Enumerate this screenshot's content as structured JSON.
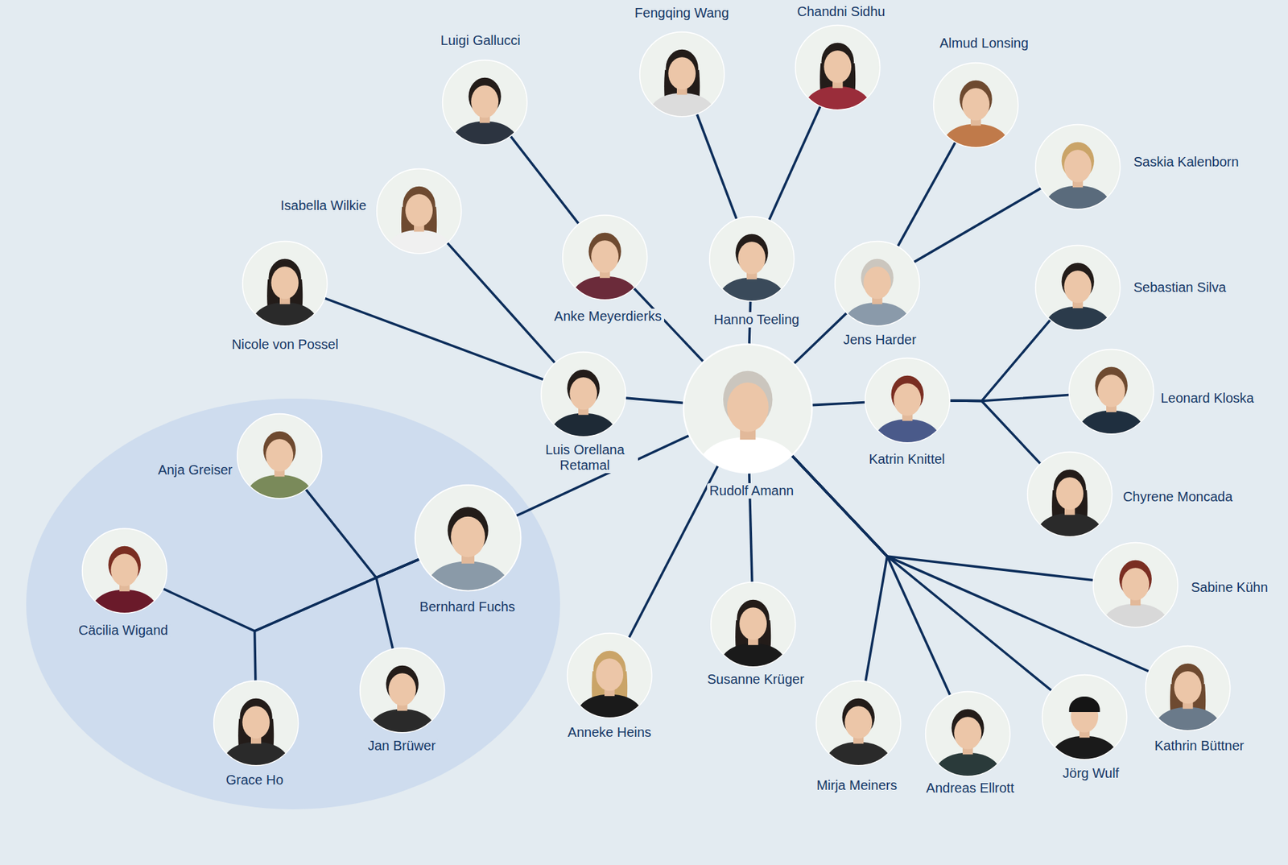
{
  "diagram": {
    "nodes": [
      {
        "text": [
          "Luigi Gallucci"
        ]
      },
      {
        "text": [
          "Fengqing Wang"
        ]
      },
      {
        "text": [
          "Chandni Sidhu"
        ]
      },
      {
        "text": [
          "Almud Lonsing"
        ]
      },
      {
        "text": [
          "Saskia Kalenborn"
        ]
      },
      {
        "text": [
          "Isabella Wilkie"
        ]
      },
      {
        "text": [
          "Nicole von Possel"
        ]
      },
      {
        "text": [
          "Anke Meyerdierks"
        ]
      },
      {
        "text": [
          "Hanno Teeling"
        ]
      },
      {
        "text": [
          "Jens Harder"
        ]
      },
      {
        "text": [
          "Sebastian Silva"
        ]
      },
      {
        "text": [
          "Luis Orellana Retamal"
        ]
      },
      {
        "text": [
          "Rudolf Amann"
        ]
      },
      {
        "text": [
          "Katrin Knittel"
        ]
      },
      {
        "text": [
          "Leonard Kloska"
        ]
      },
      {
        "text": [
          "Anja Greiser"
        ]
      },
      {
        "text": [
          "Chyrene Moncada"
        ]
      },
      {
        "text": [
          "Bernhard Fuchs"
        ]
      },
      {
        "text": [
          "Cäcilia Wigand"
        ]
      },
      {
        "text": [
          "Sabine Kühn"
        ]
      },
      {
        "text": [
          "Susanne Krüger"
        ]
      },
      {
        "text": [
          "Anneke Heins"
        ]
      },
      {
        "text": [
          "Jan Brüwer"
        ]
      },
      {
        "text": [
          "Kathrin Büttner"
        ]
      },
      {
        "text": [
          "Jörg Wulf"
        ]
      },
      {
        "text": [
          "Mirja Meiners"
        ]
      },
      {
        "text": [
          "Andreas Ellrott"
        ]
      },
      {
        "text": [
          "Grace Ho"
        ]
      }
    ],
    "edges": [
      {
        "from": 12,
        "to": 7,
        "arrow": "none"
      },
      {
        "from": 12,
        "to": 8,
        "arrow": "none"
      },
      {
        "from": 12,
        "to": 9,
        "arrow": "none"
      },
      {
        "from": 12,
        "to": 13,
        "arrow": "none"
      },
      {
        "from": 12,
        "to": 11,
        "arrow": "none"
      },
      {
        "from": 12,
        "to": 17,
        "arrow": "none"
      },
      {
        "from": 12,
        "to": 21,
        "arrow": "none"
      },
      {
        "from": 12,
        "to": 20,
        "arrow": "none"
      },
      {
        "from": 12,
        "to": 19,
        "arrow": "none"
      },
      {
        "from": 12,
        "to": 23,
        "arrow": "none"
      },
      {
        "from": 12,
        "to": 24,
        "arrow": "none"
      },
      {
        "from": 12,
        "to": 26,
        "arrow": "none"
      },
      {
        "from": 12,
        "to": 25,
        "arrow": "none"
      },
      {
        "from": 7,
        "to": 0,
        "arrow": "none"
      },
      {
        "from": 8,
        "to": 1,
        "arrow": "none"
      },
      {
        "from": 8,
        "to": 2,
        "arrow": "none"
      },
      {
        "from": 9,
        "to": 3,
        "arrow": "none"
      },
      {
        "from": 9,
        "to": 4,
        "arrow": "none"
      },
      {
        "from": 13,
        "to": 10,
        "arrow": "none"
      },
      {
        "from": 13,
        "to": 14,
        "arrow": "none"
      },
      {
        "from": 13,
        "to": 16,
        "arrow": "none"
      },
      {
        "from": 11,
        "to": 5,
        "arrow": "none"
      },
      {
        "from": 11,
        "to": 6,
        "arrow": "none"
      },
      {
        "from": 17,
        "to": 15,
        "arrow": "none"
      },
      {
        "from": 17,
        "to": 22,
        "arrow": "none"
      },
      {
        "from": 17,
        "to": 18,
        "arrow": "none"
      },
      {
        "from": 17,
        "to": 27,
        "arrow": "none"
      }
    ]
  }
}
